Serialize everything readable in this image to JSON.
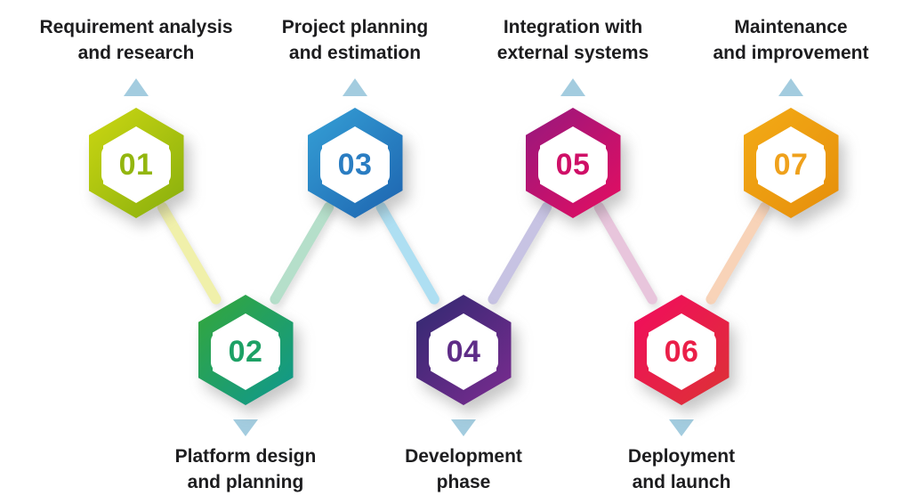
{
  "diagram_name": "software-development-process",
  "label_color": "#1d1d1f",
  "arrow_color": "#a3ccdf",
  "steps": [
    {
      "num": "01",
      "label_line1": "Requirement analysis",
      "label_line2": "and research",
      "gradient_start": "#ccd712",
      "gradient_end": "#87ae0d",
      "number_color": "#93b60f",
      "row": "top"
    },
    {
      "num": "02",
      "label_line1": "Platform design",
      "label_line2": "and planning",
      "gradient_start": "#35a739",
      "gradient_end": "#0e9890",
      "number_color": "#1da165",
      "row": "bottom"
    },
    {
      "num": "03",
      "label_line1": "Project planning",
      "label_line2": "and estimation",
      "gradient_start": "#35a0d6",
      "gradient_end": "#1d63af",
      "number_color": "#2a7dc2",
      "row": "top"
    },
    {
      "num": "04",
      "label_line1": "Development",
      "label_line2": "phase",
      "gradient_start": "#302a71",
      "gradient_end": "#7c2b90",
      "number_color": "#5e2c87",
      "row": "bottom"
    },
    {
      "num": "05",
      "label_line1": "Integration with",
      "label_line2": "external systems",
      "gradient_start": "#96187e",
      "gradient_end": "#e60d60",
      "number_color": "#cf0f67",
      "row": "top"
    },
    {
      "num": "06",
      "label_line1": "Deployment",
      "label_line2": "and launch",
      "gradient_start": "#f20b5e",
      "gradient_end": "#dc3334",
      "number_color": "#ea1f48",
      "row": "bottom"
    },
    {
      "num": "07",
      "label_line1": "Maintenance",
      "label_line2": "and improvement",
      "gradient_start": "#f3ab16",
      "gradient_end": "#e68e0b",
      "number_color": "#efa11c",
      "row": "top"
    }
  ],
  "connectors": [
    {
      "from": "01",
      "to": "02",
      "color": "#f0f0aa"
    },
    {
      "from": "03",
      "to": "02",
      "color": "#b5dfca"
    },
    {
      "from": "03",
      "to": "04",
      "color": "#aedff2"
    },
    {
      "from": "05",
      "to": "04",
      "color": "#c7c3e3"
    },
    {
      "from": "05",
      "to": "06",
      "color": "#e8c5dc"
    },
    {
      "from": "07",
      "to": "06",
      "color": "#f8d3b8"
    }
  ]
}
